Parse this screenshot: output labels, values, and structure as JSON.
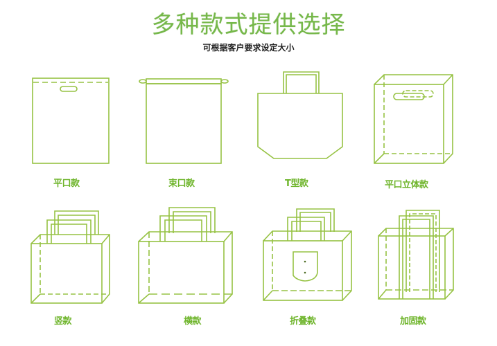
{
  "header": {
    "title": "多种款式提供选择",
    "subtitle": "可根据客户要求设定大小"
  },
  "colors": {
    "title": "#76b84a",
    "line": "#96c243",
    "label": "#6fb52c"
  },
  "bags": [
    {
      "id": "flat",
      "label": "平口款",
      "icon": "flat-bag-icon"
    },
    {
      "id": "drawstring",
      "label": "束口款",
      "icon": "drawstring-bag-icon"
    },
    {
      "id": "t-shape",
      "label": "T型款",
      "icon": "t-shirt-bag-icon"
    },
    {
      "id": "flat-3d",
      "label": "平口立体款",
      "icon": "flat-3d-bag-icon"
    },
    {
      "id": "vertical",
      "label": "竖款",
      "icon": "vertical-tote-bag-icon"
    },
    {
      "id": "horizontal",
      "label": "横款",
      "icon": "horizontal-tote-bag-icon"
    },
    {
      "id": "foldable",
      "label": "折叠款",
      "icon": "foldable-bag-icon"
    },
    {
      "id": "reinforced",
      "label": "加固款",
      "icon": "reinforced-bag-icon"
    }
  ]
}
